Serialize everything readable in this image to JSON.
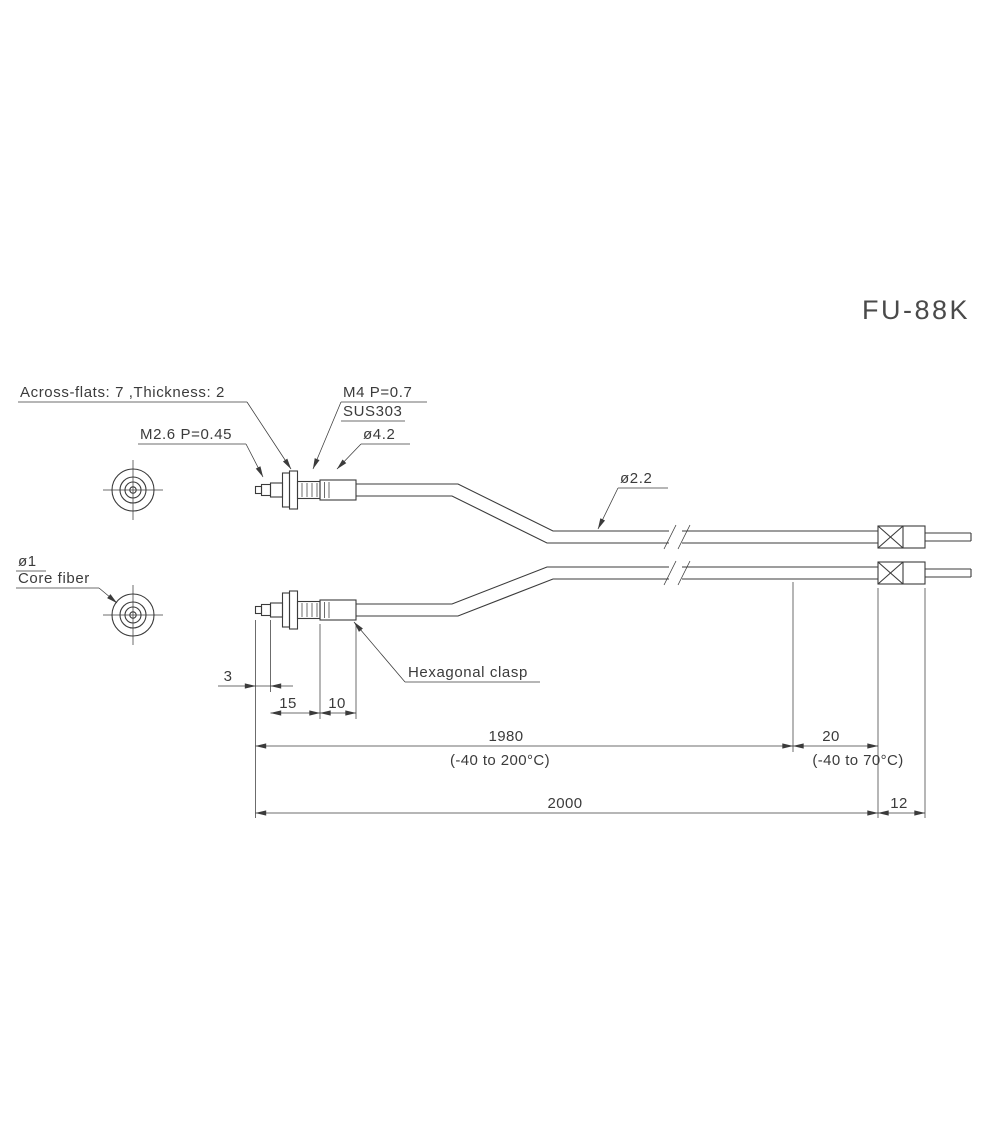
{
  "title": "FU-88K",
  "labels": {
    "across_flats": "Across-flats: 7 ,Thickness: 2",
    "m4_thread": "M4 P=0.7",
    "material": "SUS303",
    "m26_thread": "M2.6 P=0.45",
    "dia_4_2": "ø4.2",
    "dia_2_2": "ø2.2",
    "dia_1": "ø1",
    "core_fiber": "Core fiber",
    "hexagonal_clasp": "Hexagonal clasp"
  },
  "dimensions": {
    "tip_length": "3",
    "mid_length": "15",
    "sleeve_length": "10",
    "fiber_length": "1980",
    "fiber_temp_range": "(-40 to 200°C)",
    "sheath_length": "20",
    "sheath_temp_range": "(-40 to 70°C)",
    "overall_length": "2000",
    "end_length": "12"
  },
  "colors": {
    "line": "#3b3b3b",
    "background": "#ffffff"
  }
}
